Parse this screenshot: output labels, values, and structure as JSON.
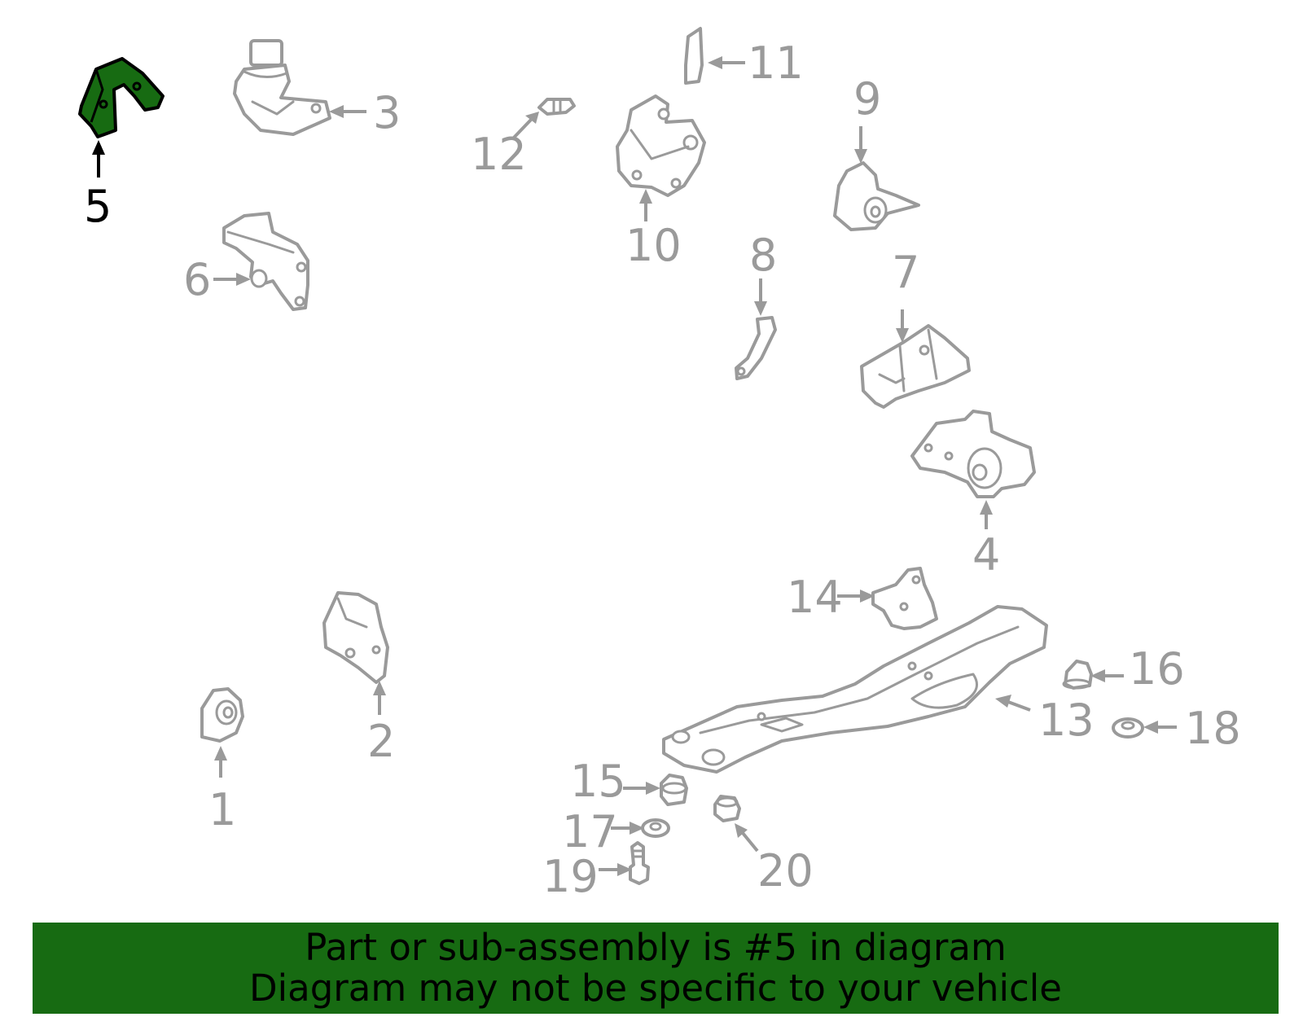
{
  "highlighted_part": "5",
  "colors": {
    "highlight": "#176b12",
    "line": "#9a9a9a",
    "active_line": "#000000"
  },
  "callouts": {
    "c1": "1",
    "c2": "2",
    "c3": "3",
    "c4": "4",
    "c5": "5",
    "c6": "6",
    "c7": "7",
    "c8": "8",
    "c9": "9",
    "c10": "10",
    "c11": "11",
    "c12": "12",
    "c13": "13",
    "c14": "14",
    "c15": "15",
    "c16": "16",
    "c17": "17",
    "c18": "18",
    "c19": "19",
    "c20": "20"
  },
  "banner": {
    "line1": "Part or sub-assembly is #5 in diagram",
    "line2": "Diagram may not be specific to your vehicle"
  }
}
